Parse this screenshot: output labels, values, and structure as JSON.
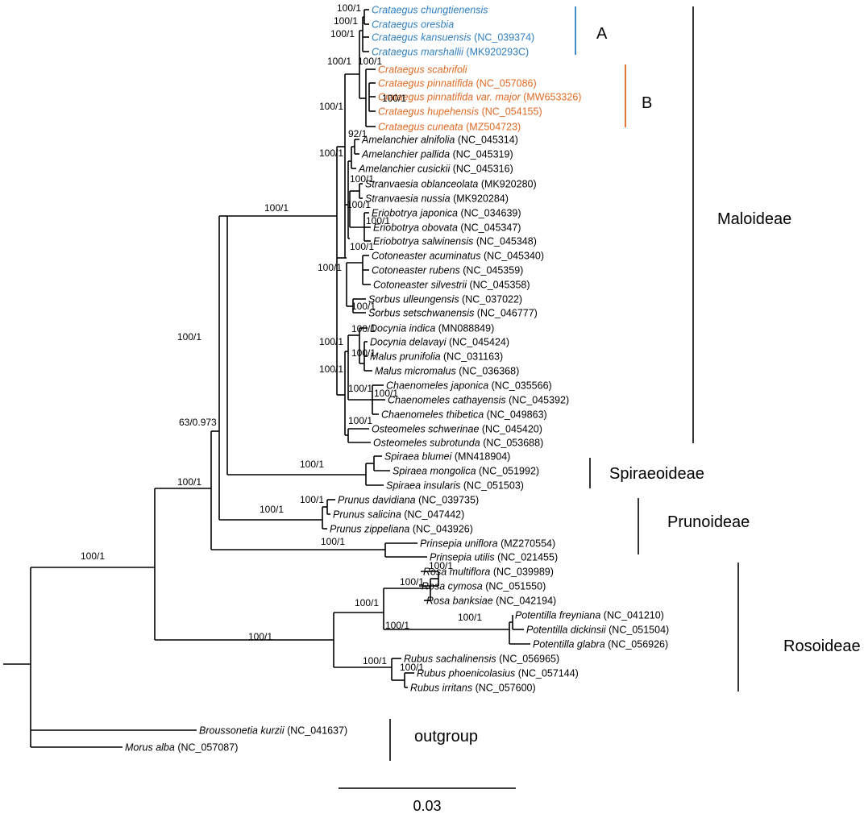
{
  "colors": {
    "clade_a": "#2f7fc1",
    "clade_b": "#e06a23",
    "default": "#000000"
  },
  "taxa": [
    {
      "id": "ch",
      "genus": "Crataegus",
      "epithet": "chungtienensis",
      "accession": "",
      "clade": "A"
    },
    {
      "id": "or",
      "genus": "Crataegus",
      "epithet": "oresbia",
      "accession": "",
      "clade": "A"
    },
    {
      "id": "ka",
      "genus": "Crataegus",
      "epithet": "kansuensis",
      "accession": "(NC_039374)",
      "clade": "A"
    },
    {
      "id": "ma",
      "genus": "Crataegus",
      "epithet": "marshallii",
      "accession": "(MK920293C)",
      "clade": "A"
    },
    {
      "id": "sc",
      "genus": "Crataegus",
      "epithet": "scabrifoli",
      "accession": "",
      "clade": "B"
    },
    {
      "id": "pi",
      "genus": "Crataegus",
      "epithet": "pinnatifida",
      "accession": "(NC_057086)",
      "clade": "B"
    },
    {
      "id": "pm",
      "genus": "Crataegus",
      "epithet": "pinnatifida var. major",
      "accession": "(MW653326)",
      "clade": "B"
    },
    {
      "id": "hu",
      "genus": "Crataegus",
      "epithet": "hupehensis",
      "accession": "(NC_054155)",
      "clade": "B"
    },
    {
      "id": "cu",
      "genus": "Crataegus",
      "epithet": "cuneata",
      "accession": "(MZ504723)",
      "clade": "B"
    },
    {
      "id": "aa",
      "genus": "Amelanchier",
      "epithet": "alnifolia",
      "accession": "(NC_045314)",
      "clade": ""
    },
    {
      "id": "ap",
      "genus": "Amelanchier",
      "epithet": "pallida",
      "accession": "(NC_045319)",
      "clade": ""
    },
    {
      "id": "ac",
      "genus": "Amelanchier",
      "epithet": "cusickii",
      "accession": "(NC_045316)",
      "clade": ""
    },
    {
      "id": "so",
      "genus": "Stranvaesia",
      "epithet": "oblanceolata",
      "accession": "(MK920280)",
      "clade": ""
    },
    {
      "id": "sn",
      "genus": "Stranvaesia",
      "epithet": "nussia",
      "accession": "(MK920284)",
      "clade": ""
    },
    {
      "id": "ej",
      "genus": "Eriobotrya",
      "epithet": "japonica",
      "accession": "(NC_034639)",
      "clade": ""
    },
    {
      "id": "eo",
      "genus": "Eriobotrya",
      "epithet": "obovata",
      "accession": "(NC_045347)",
      "clade": ""
    },
    {
      "id": "es",
      "genus": "Eriobotrya",
      "epithet": "salwinensis",
      "accession": "(NC_045348)",
      "clade": ""
    },
    {
      "id": "ca",
      "genus": "Cotoneaster",
      "epithet": "acuminatus",
      "accession": "(NC_045340)",
      "clade": ""
    },
    {
      "id": "cr",
      "genus": "Cotoneaster",
      "epithet": "rubens",
      "accession": "(NC_045359)",
      "clade": ""
    },
    {
      "id": "cs",
      "genus": "Cotoneaster",
      "epithet": "silvestrii",
      "accession": "(NC_045358)",
      "clade": ""
    },
    {
      "id": "su",
      "genus": "Sorbus",
      "epithet": "ulleungensis",
      "accession": "(NC_037022)",
      "clade": ""
    },
    {
      "id": "ss",
      "genus": "Sorbus",
      "epithet": "setschwanensis",
      "accession": "(NC_046777)",
      "clade": ""
    },
    {
      "id": "di",
      "genus": "Docynia",
      "epithet": "indica",
      "accession": "(MN088849)",
      "clade": ""
    },
    {
      "id": "dd",
      "genus": "Docynia",
      "epithet": "delavayi",
      "accession": "(NC_045424)",
      "clade": ""
    },
    {
      "id": "mp",
      "genus": "Malus",
      "epithet": "prunifolia",
      "accession": "(NC_031163)",
      "clade": ""
    },
    {
      "id": "mm",
      "genus": "Malus",
      "epithet": "micromalus",
      "accession": "(NC_036368)",
      "clade": ""
    },
    {
      "id": "cj",
      "genus": "Chaenomeles",
      "epithet": "japonica",
      "accession": "(NC_035566)",
      "clade": ""
    },
    {
      "id": "cc",
      "genus": "Chaenomeles",
      "epithet": "cathayensis",
      "accession": "(NC_045392)",
      "clade": ""
    },
    {
      "id": "ct",
      "genus": "Chaenomeles",
      "epithet": "thibetica",
      "accession": "(NC_049863)",
      "clade": ""
    },
    {
      "id": "os",
      "genus": "Osteomeles",
      "epithet": "schwerinae",
      "accession": "(NC_045420)",
      "clade": ""
    },
    {
      "id": "ou",
      "genus": "Osteomeles",
      "epithet": "subrotunda",
      "accession": "(NC_053688)",
      "clade": ""
    },
    {
      "id": "sb",
      "genus": "Spiraea",
      "epithet": "blumei",
      "accession": "(MN418904)",
      "clade": ""
    },
    {
      "id": "sm",
      "genus": "Spiraea",
      "epithet": "mongolica",
      "accession": "(NC_051992)",
      "clade": ""
    },
    {
      "id": "si",
      "genus": "Spiraea",
      "epithet": "insularis",
      "accession": "(NC_051503)",
      "clade": ""
    },
    {
      "id": "pd",
      "genus": "Prunus",
      "epithet": "davidiana",
      "accession": "(NC_039735)",
      "clade": ""
    },
    {
      "id": "ps",
      "genus": "Prunus",
      "epithet": "salicina",
      "accession": "(NC_047442)",
      "clade": ""
    },
    {
      "id": "pz",
      "genus": "Prunus",
      "epithet": "zippeliana",
      "accession": "(NC_043926)",
      "clade": ""
    },
    {
      "id": "ru",
      "genus": "Prinsepia",
      "epithet": "uniflora",
      "accession": "(MZ270554)",
      "clade": ""
    },
    {
      "id": "rt",
      "genus": "Prinsepia",
      "epithet": "utilis",
      "accession": "(NC_021455)",
      "clade": ""
    },
    {
      "id": "rm",
      "genus": "Rosa",
      "epithet": "multiflora",
      "accession": "(NC_039989)",
      "clade": ""
    },
    {
      "id": "rc",
      "genus": "Rosa",
      "epithet": "cymosa",
      "accession": "(NC_051550)",
      "clade": ""
    },
    {
      "id": "rb",
      "genus": "Rosa",
      "epithet": "banksiae",
      "accession": "(NC_042194)",
      "clade": ""
    },
    {
      "id": "pf",
      "genus": "Potentilla",
      "epithet": "freyniana",
      "accession": "(NC_041210)",
      "clade": ""
    },
    {
      "id": "pk",
      "genus": "Potentilla",
      "epithet": "dickinsii",
      "accession": "(NC_051504)",
      "clade": ""
    },
    {
      "id": "pg",
      "genus": "Potentilla",
      "epithet": "glabra",
      "accession": "(NC_056926)",
      "clade": ""
    },
    {
      "id": "bs",
      "genus": "Rubus",
      "epithet": "sachalinensis",
      "accession": "(NC_056965)",
      "clade": ""
    },
    {
      "id": "bp",
      "genus": "Rubus",
      "epithet": "phoenicolasius",
      "accession": "(NC_057144)",
      "clade": ""
    },
    {
      "id": "bi",
      "genus": "Rubus",
      "epithet": "irritans",
      "accession": "(NC_057600)",
      "clade": ""
    },
    {
      "id": "bk",
      "genus": "Broussonetia",
      "epithet": "kurzii",
      "accession": "(NC_041637)",
      "clade": ""
    },
    {
      "id": "mo",
      "genus": "Morus",
      "epithet": "alba",
      "accession": "(NC_057087)",
      "clade": ""
    }
  ],
  "support": [
    {
      "id": "s1",
      "text": "100/1"
    },
    {
      "id": "s2",
      "text": "100/1"
    },
    {
      "id": "s3",
      "text": "100/1"
    },
    {
      "id": "s4",
      "text": "100/1"
    },
    {
      "id": "s5",
      "text": "100/1"
    },
    {
      "id": "s6",
      "text": "100/1"
    },
    {
      "id": "s7",
      "text": "100/1"
    },
    {
      "id": "s8",
      "text": "92/1"
    },
    {
      "id": "s9",
      "text": "100/1"
    },
    {
      "id": "s10",
      "text": "100/1"
    },
    {
      "id": "s11",
      "text": "100/1"
    },
    {
      "id": "s12",
      "text": "100/1"
    },
    {
      "id": "s13",
      "text": "100/1"
    },
    {
      "id": "s14",
      "text": "100/1"
    },
    {
      "id": "s15",
      "text": "100/1"
    },
    {
      "id": "s16",
      "text": "100/1"
    },
    {
      "id": "s17",
      "text": "100/1"
    },
    {
      "id": "s18",
      "text": "100/1"
    },
    {
      "id": "s19",
      "text": "100/1"
    },
    {
      "id": "s20",
      "text": "100/1"
    },
    {
      "id": "s21",
      "text": "100/1"
    },
    {
      "id": "s22",
      "text": "100/1"
    },
    {
      "id": "s23",
      "text": "100/1"
    },
    {
      "id": "s24",
      "text": "100/1"
    },
    {
      "id": "s25",
      "text": "100/1"
    },
    {
      "id": "s26",
      "text": "100/1"
    },
    {
      "id": "s27",
      "text": "100/1"
    },
    {
      "id": "s28",
      "text": "100/1"
    },
    {
      "id": "s29",
      "text": "100/1"
    },
    {
      "id": "s30",
      "text": "100/1"
    },
    {
      "id": "s31",
      "text": "100/1"
    },
    {
      "id": "s32",
      "text": "100/1"
    },
    {
      "id": "s33",
      "text": "100/1"
    },
    {
      "id": "s34",
      "text": "63/0.973"
    }
  ],
  "groups": [
    {
      "id": "maloideae",
      "label": "Maloideae"
    },
    {
      "id": "spiraeoideae",
      "label": "Spiraeoideae"
    },
    {
      "id": "prunoideae",
      "label": "Prunoideae"
    },
    {
      "id": "rosoideae",
      "label": "Rosoideae"
    },
    {
      "id": "outgroup",
      "label": "outgroup"
    }
  ],
  "subclades": [
    {
      "id": "A",
      "label": "A"
    },
    {
      "id": "B",
      "label": "B"
    }
  ],
  "scale_bar": {
    "label": "0.03"
  }
}
